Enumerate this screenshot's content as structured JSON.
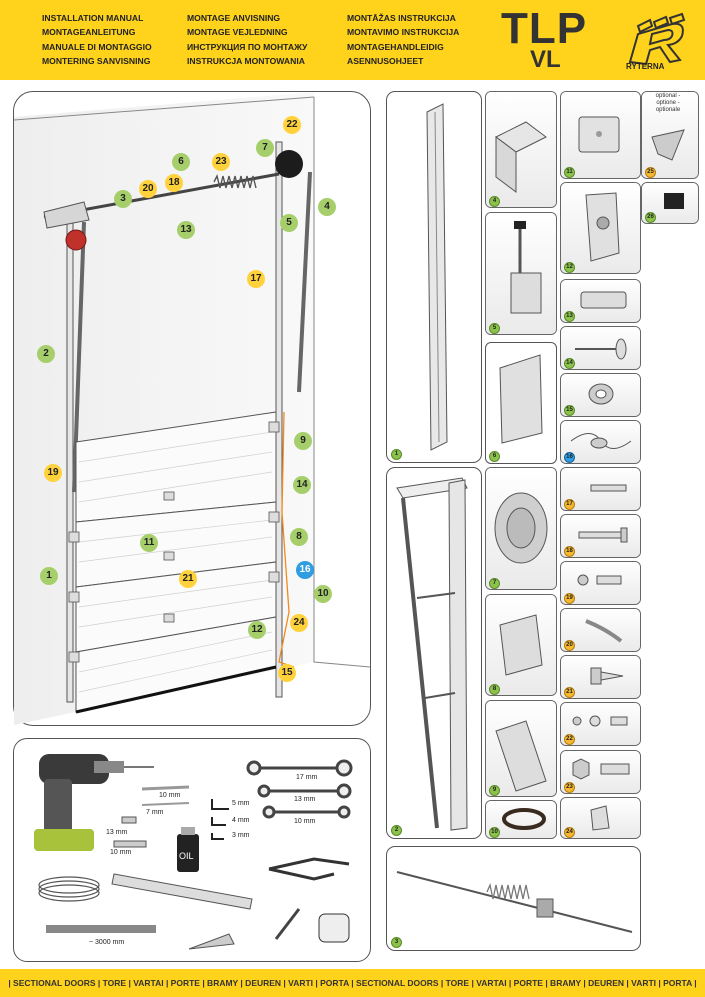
{
  "header": {
    "col1": [
      "INSTALLATION MANUAL",
      "MONTAGEANLEITUNG",
      "MANUALE DI MONTAGGIO",
      "MONTERING SANVISNING"
    ],
    "col2": [
      "MONTAGE ANVISNING",
      "MONTAGE VEJLEDNING",
      "ИНСТРУКЦИЯ ПО МОНТАЖУ",
      "INSTRUKCJA MONTOWANIA"
    ],
    "col3": [
      "MONTĀŽAS INSTRUKCIJA",
      "MONTAVIMO INSTRUKCIJA",
      "MONTAGEHANDLEIDIG",
      "ASENNUSOHJEET"
    ],
    "model": "TLP",
    "variant": "VL",
    "brand": "RYTERNA"
  },
  "main_callouts": [
    {
      "n": "1",
      "c": "g"
    },
    {
      "n": "2",
      "c": "g"
    },
    {
      "n": "3",
      "c": "g"
    },
    {
      "n": "4",
      "c": "g"
    },
    {
      "n": "5",
      "c": "g"
    },
    {
      "n": "6",
      "c": "g"
    },
    {
      "n": "7",
      "c": "g"
    },
    {
      "n": "8",
      "c": "g"
    },
    {
      "n": "9",
      "c": "g"
    },
    {
      "n": "10",
      "c": "g"
    },
    {
      "n": "11",
      "c": "g"
    },
    {
      "n": "12",
      "c": "g"
    },
    {
      "n": "13",
      "c": "g"
    },
    {
      "n": "14",
      "c": "g"
    },
    {
      "n": "15",
      "c": "y"
    },
    {
      "n": "16",
      "c": "b"
    },
    {
      "n": "17",
      "c": "y"
    },
    {
      "n": "18",
      "c": "y"
    },
    {
      "n": "19",
      "c": "y"
    },
    {
      "n": "20",
      "c": "y"
    },
    {
      "n": "21",
      "c": "y"
    },
    {
      "n": "22",
      "c": "y"
    },
    {
      "n": "23",
      "c": "y"
    },
    {
      "n": "24",
      "c": "y"
    }
  ],
  "parts": [
    "1",
    "2",
    "3",
    "4",
    "5",
    "6",
    "7",
    "8",
    "9",
    "10",
    "11",
    "12",
    "13",
    "14",
    "15",
    "16",
    "17",
    "18",
    "19",
    "20",
    "21",
    "22",
    "23",
    "24",
    "25",
    "26"
  ],
  "optional_label": [
    "optional -",
    "optione -",
    "optionale"
  ],
  "tools": {
    "drill_bits": [
      "10 mm",
      "7 mm",
      "13 mm",
      "10 mm"
    ],
    "hex_keys": [
      "5 mm",
      "4 mm",
      "3 mm"
    ],
    "wrenches": [
      "17 mm",
      "13 mm",
      "10 mm"
    ],
    "oil": "OIL",
    "rope_length": "~ 3000 mm"
  },
  "footer": "| SECTIONAL DOORS | TORE | VARTAI | PORTE | BRAMY | DEUREN | VARTI | PORTA | SECTIONAL DOORS | TORE | VARTAI | PORTE | BRAMY | DEUREN | VARTI | PORTA |",
  "colors": {
    "brand_yellow": "#ffd21c",
    "callout_green": "#a6cf6b",
    "callout_yellow": "#ffd23c",
    "callout_blue": "#2f9de0"
  }
}
